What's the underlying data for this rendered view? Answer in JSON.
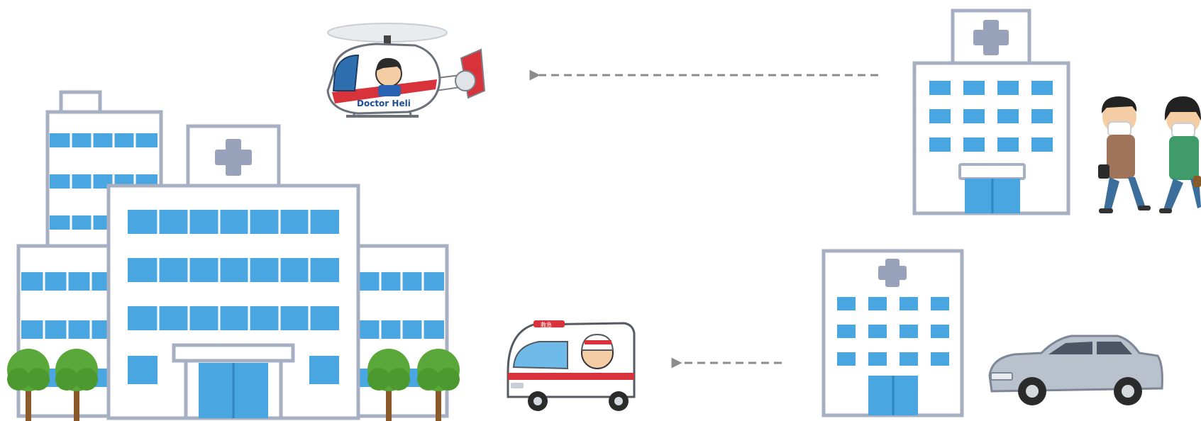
{
  "helicopter": {
    "body_label": "Doctor Heli"
  },
  "ambulance": {
    "roof_sign": "救急"
  },
  "colors": {
    "building_outline": "#a7afc3",
    "window_blue": "#4aa6e0",
    "window_blue_light": "#6ebbe9",
    "cross_gray": "#98a2bb",
    "tree_green": "#5aa83a",
    "trunk_brown": "#8a5a2b",
    "arrow_gray": "#8c8c8c",
    "heli_red": "#d8323a",
    "taxi_silver": "#b9c1cc"
  },
  "icons": [
    "large-hospital",
    "medium-hospital",
    "small-clinic",
    "doctor-helicopter",
    "ambulance",
    "taxi",
    "walking-patients"
  ],
  "arrows": [
    {
      "from": "medium-hospital",
      "to": "doctor-helicopter",
      "style": "dashed"
    },
    {
      "from": "small-clinic",
      "to": "ambulance",
      "style": "dashed"
    }
  ]
}
